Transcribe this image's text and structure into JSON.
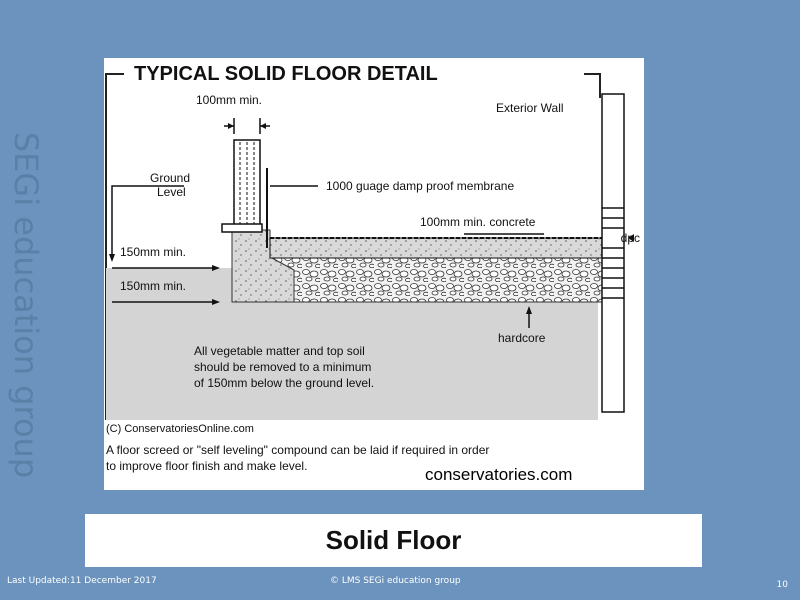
{
  "watermark": "SEGi education group",
  "diagram": {
    "title": "TYPICAL SOLID FLOOR DETAIL",
    "labels": {
      "wall_width": "100mm min.",
      "exterior_wall": "Exterior Wall",
      "ground_level": "Ground\nLevel",
      "membrane": "1000 guage damp proof membrane",
      "concrete": "100mm min. concrete",
      "dpc": "dpc",
      "depth1": "150mm min.",
      "depth2": "150mm min.",
      "hardcore": "hardcore",
      "note_soil_1": "All vegetable matter and top soil",
      "note_soil_2": "should be removed to a minimum",
      "note_soil_3": "of 150mm below the ground level.",
      "copyright": "(C) ConservatoriesOnline.com",
      "note_screed_1": "A floor screed or \"self leveling\" compound can be laid if required in order",
      "note_screed_2": "to improve floor finish and make level."
    }
  },
  "site": "conservatories.com",
  "caption": "Solid Floor",
  "footer": {
    "updated": "Last Updated:11 December 2017",
    "copyright": "© LMS SEGi education group",
    "page": "10"
  }
}
